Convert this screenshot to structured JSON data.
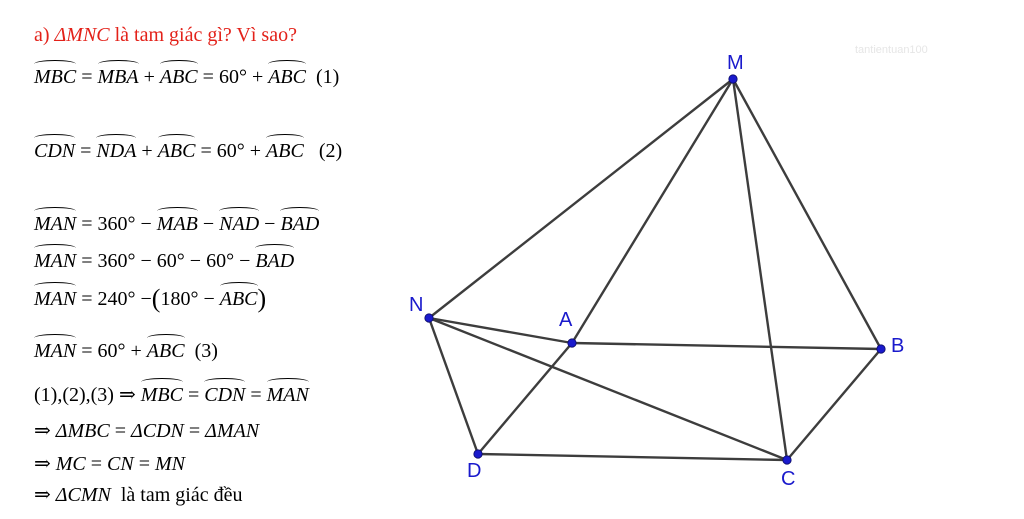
{
  "solution": {
    "heading": {
      "label": "a)",
      "triangle": "ΔMNC",
      "text": "là tam giác gì? Vì sao?"
    },
    "eq1": {
      "lhs": "MBC",
      "t1": "MBA",
      "t2": "ABC",
      "const": "60°",
      "t3": "ABC",
      "tag": "(1)"
    },
    "eq2": {
      "lhs": "CDN",
      "t1": "NDA",
      "t2": "ABC",
      "const": "60°",
      "t3": "ABC",
      "tag": "(2)"
    },
    "eq3": {
      "lhs": "MAN",
      "const": "360°",
      "t1": "MAB",
      "t2": "NAD",
      "t3": "BAD"
    },
    "eq4": {
      "lhs": "MAN",
      "const": "360°",
      "c1": "60°",
      "c2": "60°",
      "t1": "BAD"
    },
    "eq5": {
      "lhs": "MAN",
      "const": "240°",
      "inner_const": "180°",
      "t1": "ABC"
    },
    "eq6": {
      "lhs": "MAN",
      "const": "60°",
      "t1": "ABC",
      "tag": "(3)"
    },
    "eq7": {
      "refs": "(1),(2),(3)",
      "a1": "MBC",
      "a2": "CDN",
      "a3": "MAN"
    },
    "eq8": {
      "t1": "ΔMBC",
      "t2": "ΔCDN",
      "t3": "ΔMAN"
    },
    "eq9": {
      "s1": "MC",
      "s2": "CN",
      "s3": "MN"
    },
    "eq10": {
      "triangle": "ΔCMN",
      "text": "là tam giác đều"
    }
  },
  "figure": {
    "watermark": "tantientuan100",
    "points": [
      {
        "label": "M"
      },
      {
        "label": "N"
      },
      {
        "label": "A"
      },
      {
        "label": "B"
      },
      {
        "label": "D"
      },
      {
        "label": "C"
      }
    ],
    "segments": [
      "MN",
      "MA",
      "MC",
      "MB",
      "NA",
      "NC",
      "ND",
      "AB",
      "AD",
      "BC",
      "DC"
    ],
    "colors": {
      "segment": "#3d3d3d",
      "point": "#1a1acc",
      "heading": "#e32119"
    }
  }
}
